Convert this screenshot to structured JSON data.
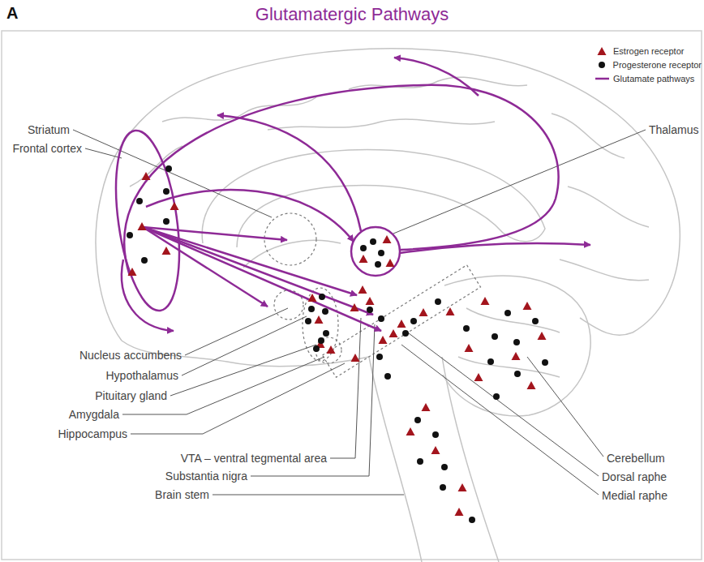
{
  "diagram": {
    "title": "Glutamatergic Pathways",
    "labels": [
      "A",
      "Striatum",
      "Frontal cortex",
      "Thalamus",
      "Nucleus accumbens",
      "Hypothalamus",
      "Pituitary gland",
      "Amygdala",
      "Hippocampus",
      "VTA – ventral tegmental area",
      "Substantia nigra",
      "Brain stem",
      "Cerebellum",
      "Dorsal raphe",
      "Medial raphe"
    ],
    "legend": [
      {
        "text": "Estrogen receptor"
      },
      {
        "text": "Progesterone receptor"
      },
      {
        "text": "Glutamate pathways"
      }
    ]
  }
}
